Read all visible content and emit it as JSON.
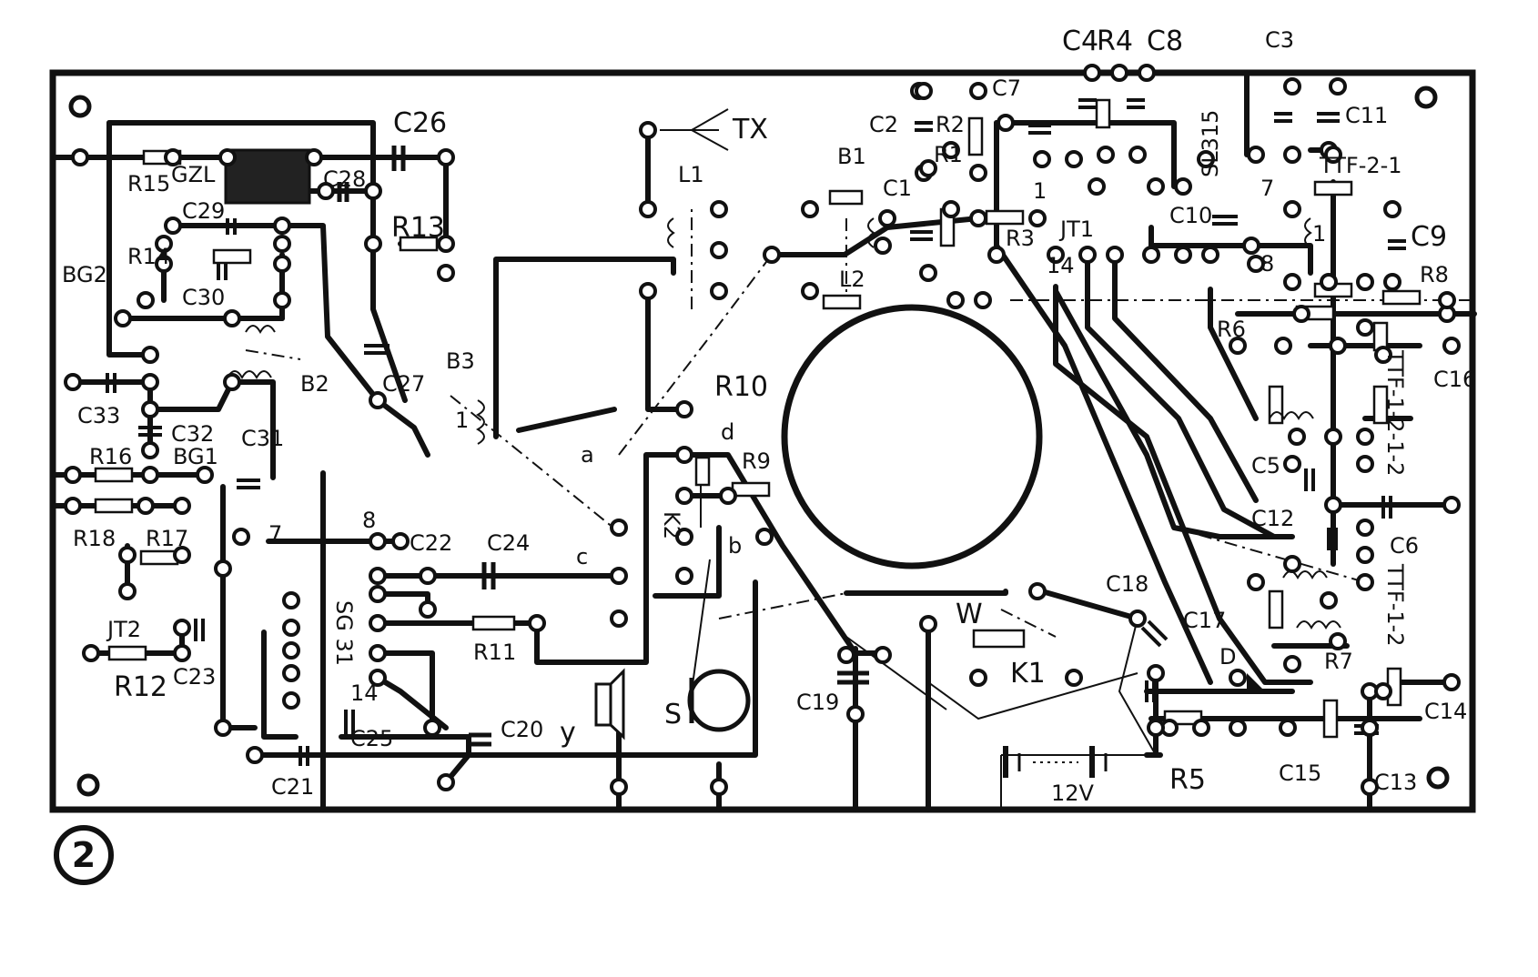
{
  "figure_number": "2",
  "labels": {
    "c26": "C26",
    "c28": "C28",
    "r15": "R15",
    "gzl": "GZL",
    "c29": "C29",
    "r14": "R14",
    "bg2": "BG2",
    "c30": "C30",
    "r13": "R13",
    "c27": "C27",
    "b2": "B2",
    "b3": "B3",
    "c33": "C33",
    "c32": "C32",
    "bg1": "BG1",
    "c31": "C31",
    "r16": "R16",
    "r18": "R18",
    "r17": "R17",
    "jt2": "JT2",
    "r12": "R12",
    "c23": "C23",
    "c21": "C21",
    "sg31": "SG 31",
    "c22": "C22",
    "c24": "C24",
    "r11": "R11",
    "c25": "C25",
    "c20": "C20",
    "y": "y",
    "s": "S",
    "tx": "TX",
    "l1": "L1",
    "l2": "L2",
    "b1": "B1",
    "r10": "R10",
    "r9": "R9",
    "k2": "K2",
    "a": "a",
    "b": "b",
    "c": "c",
    "d": "d",
    "c2": "C2",
    "r2": "R2",
    "r1": "R1",
    "c1": "C1",
    "c7": "C7",
    "c4": "C4",
    "r4": "R4",
    "c8": "C8",
    "c3": "C3",
    "c11": "C11",
    "ttf21": "TTF-2-1",
    "sl315": "SL315",
    "jt1": "JT1",
    "c10": "C10",
    "c9": "C9",
    "r3": "R3",
    "r8": "R8",
    "r6": "R6",
    "c16": "C16",
    "c5": "C5",
    "c12": "C12",
    "c6": "C6",
    "ttf1212": "TTF-1-2-1-2",
    "ttf12": "TTF-1-2",
    "c18": "C18",
    "c17": "C17",
    "d_diode": "D",
    "w": "W",
    "k1": "K1",
    "r7": "R7",
    "c14": "C14",
    "c19": "C19",
    "battery": "12V",
    "r5": "R5",
    "c15": "C15",
    "c13": "C13",
    "n7": "7",
    "n8": "8",
    "n14": "14",
    "n14b": "14",
    "n1": "1",
    "n1b": "1",
    "n1c": "1",
    "n8b": "8",
    "n7b": "7"
  }
}
